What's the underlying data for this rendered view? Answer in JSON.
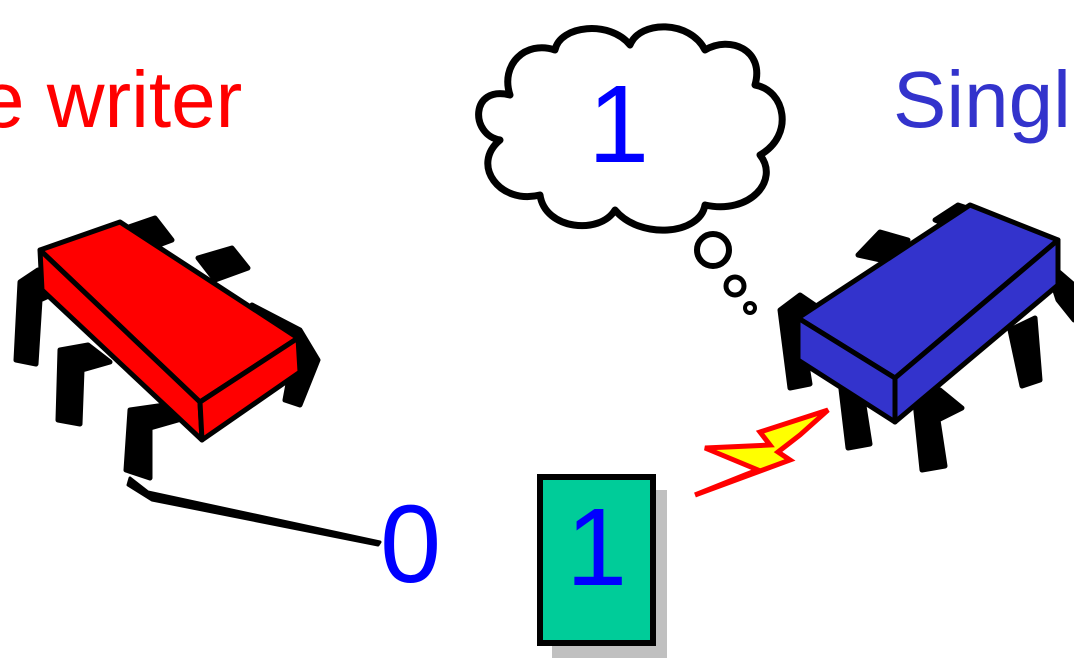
{
  "labels": {
    "writer": "e writer",
    "reader": "Singl"
  },
  "thought_bubble": {
    "value": "1"
  },
  "written_value": "0",
  "register": {
    "value": "1"
  },
  "colors": {
    "writer": "#ff0000",
    "reader": "#3333cc",
    "register_fill": "#00cc99",
    "digits": "#0000ff"
  }
}
